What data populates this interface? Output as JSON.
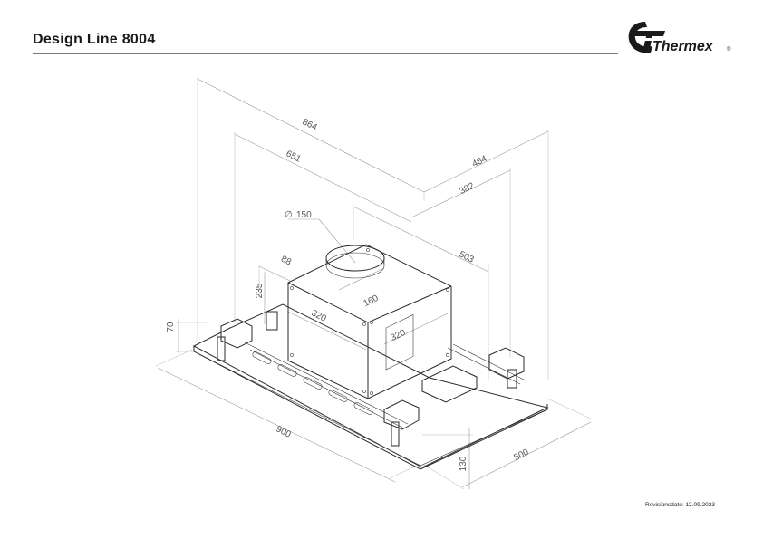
{
  "header": {
    "title": "Design Line 8004",
    "brand": "Thermex",
    "brand_mark": "®"
  },
  "footer": {
    "revision": "Revisionsdato: 12.09.2023"
  },
  "dimensions": {
    "overall_depth": "864",
    "inner_depth": "651",
    "overall_width": "464",
    "inner_width": "382",
    "duct_diameter": "150",
    "duct_symbol": "∅",
    "side_offset": "503",
    "offset_front": "88",
    "box_height": "235",
    "box_inner": "160",
    "box_length": "320",
    "box_width": "320",
    "canopy_height": "70",
    "length": "900",
    "front_height": "130",
    "depth": "500"
  },
  "colors": {
    "line": "#2a2a2a",
    "dimension": "#9a9a9a",
    "brand": "#1a1a1a"
  }
}
